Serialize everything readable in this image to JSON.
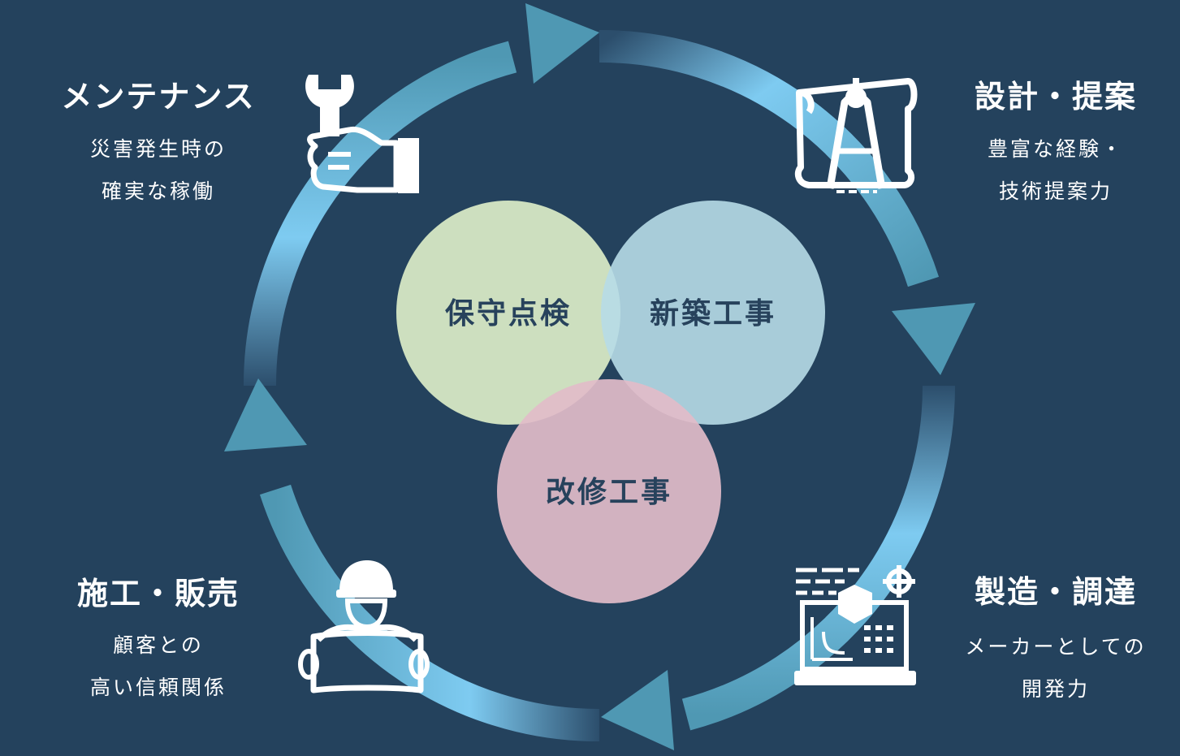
{
  "center": {
    "hoshu": "保守点検",
    "shinchiku": "新築工事",
    "kaishu": "改修工事"
  },
  "colors": {
    "background": "#24425d",
    "circle_hoshu": "#d3e4c2",
    "circle_shinchiku": "#b7dbe7",
    "circle_kaishu": "#e2bcc9",
    "arrow_light": "#7ecbf1",
    "arrow_mid": "#4f98b3"
  },
  "stages": {
    "maintenance": {
      "title": "メンテナンス",
      "lines": [
        "災害発生時の",
        "確実な稼働"
      ],
      "icon": "wrench-hand-icon"
    },
    "design": {
      "title": "設計・提案",
      "lines": [
        "豊富な経験・",
        "技術提案力"
      ],
      "icon": "blueprint-compass-icon"
    },
    "manufacturing": {
      "title": "製造・調達",
      "lines": [
        "メーカーとしての",
        "開発力"
      ],
      "icon": "laptop-cad-icon"
    },
    "construction": {
      "title": "施工・販売",
      "lines": [
        "顧客との",
        "高い信頼関係"
      ],
      "icon": "worker-plan-icon"
    }
  }
}
